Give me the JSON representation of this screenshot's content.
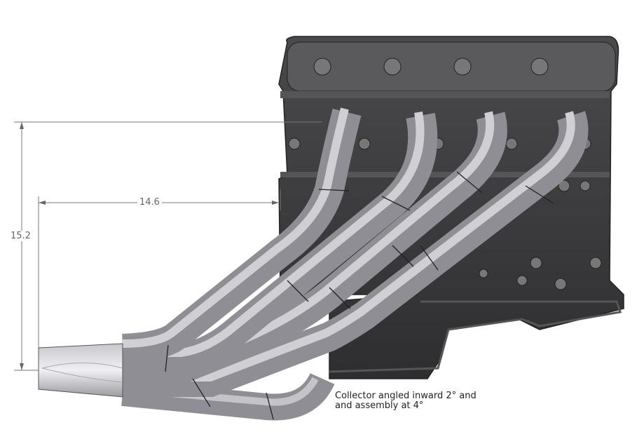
{
  "dimensions": {
    "horizontal": "14.6",
    "vertical": "15.2"
  },
  "note": {
    "line1": "Collector angled inward 2° and",
    "line2": "and assembly at 4°"
  },
  "colors": {
    "engine": "#3a3a3c",
    "pipe": "#a9a9ae",
    "dimension_line": "#777777"
  }
}
